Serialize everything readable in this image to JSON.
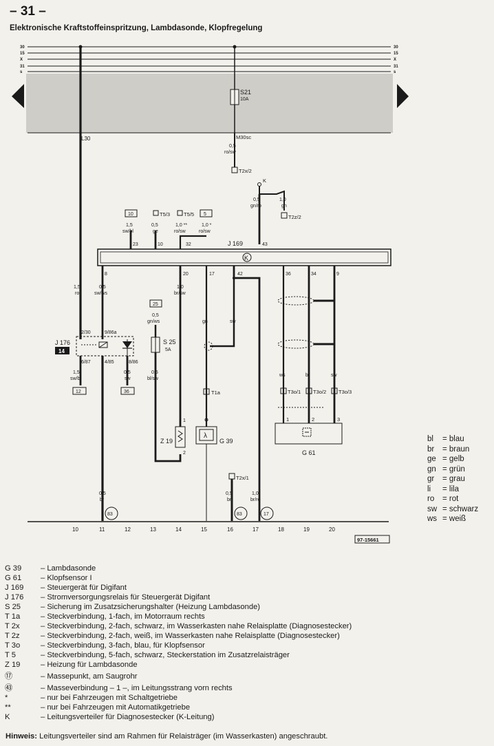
{
  "page_number": "– 31 –",
  "title": "Elektronische Kraftstoffeinspritzung, Lambdasonde, Klopfregelung",
  "rails": [
    "30",
    "15",
    "X",
    "31",
    "s"
  ],
  "components": {
    "s21": {
      "name": "S21",
      "rating": "10A"
    },
    "s25": {
      "name": "S 25",
      "rating": "5A"
    },
    "j169": "J 169",
    "j176": "J 176",
    "j176_box": "14",
    "g39": "G 39",
    "g61": "G 61",
    "z19": "Z 19",
    "k": "K",
    "knock": "K",
    "lambda": "λ"
  },
  "wire_labels": {
    "l30": "L30",
    "m30sc": "M30sc",
    "m30_wire": "0,5",
    "m30_color": "ro/sw",
    "t2x2": "T2x/2",
    "k_wire": "0,5",
    "k_color": "gn/ro",
    "k2_wire": "1,0",
    "k2_color": "gn",
    "t2z2": "T2z/2",
    "box10": "10",
    "box5": "5",
    "w23": "1,5",
    "w23c": "sw/bl",
    "t53": "T5/3",
    "w10": "0,5",
    "w10c": "ge",
    "t55": "T5/5",
    "w32": "1,0 **",
    "w32c": "ro/sw",
    "w32b": "1,0 *",
    "w32bc": "ro/sw",
    "pin23": "23",
    "pin10": "10",
    "pin32": "32",
    "pin43": "43",
    "pin8": "8",
    "pin20": "20",
    "pin17": "17",
    "pin42": "42",
    "pin36": "36",
    "pin34": "34",
    "pin9": "9",
    "w_l": "1,5",
    "w_lc": "ro",
    "w8": "0,5",
    "w8c": "sw/ws",
    "w20": "1,0",
    "w20c": "br/sw",
    "box25": "25",
    "w25": "0,5",
    "w25c": "gn/ws",
    "gn": "gn",
    "sw": "sw",
    "j230": "2/30",
    "j986": "9/86a",
    "j687": "6/87",
    "j485": "4/85",
    "j886": "8/86",
    "w12": "1,5",
    "w12c": "sw/bl",
    "w36": "0,5",
    "w36c": "sw",
    "box12": "12",
    "box36": "36",
    "ws25": "0,5",
    "ws25c": "bl/sw",
    "t1a": "T1a",
    "ws": "ws",
    "br": "br",
    "sw2": "sw",
    "t301": "T3o/1",
    "t302": "T3o/2",
    "t303": "T3o/3",
    "p1": "1",
    "p2": "2",
    "p3": "3",
    "z1": "1",
    "z2": "2",
    "t2x1": "T2x/1",
    "g11": "0,5",
    "g11c": "br",
    "g16": "0,5",
    "g16c": "br",
    "g17": "1,0",
    "g17c": "br/ro",
    "m83a": "83",
    "m83b": "83",
    "m17": "17",
    "ref": "97-15661"
  },
  "columns": [
    "10",
    "11",
    "12",
    "13",
    "14",
    "15",
    "16",
    "17",
    "18",
    "19",
    "20"
  ],
  "colors": [
    {
      "code": "bl",
      "name": "= blau"
    },
    {
      "code": "br",
      "name": "= braun"
    },
    {
      "code": "ge",
      "name": "= gelb"
    },
    {
      "code": "gn",
      "name": "= grün"
    },
    {
      "code": "gr",
      "name": "= grau"
    },
    {
      "code": "li",
      "name": "= lila"
    },
    {
      "code": "ro",
      "name": "= rot"
    },
    {
      "code": "sw",
      "name": "= schwarz"
    },
    {
      "code": "ws",
      "name": "= weiß"
    }
  ],
  "legend": [
    {
      "code": "G 39",
      "desc": "– Lambdasonde"
    },
    {
      "code": "G 61",
      "desc": "– Klopfsensor I"
    },
    {
      "code": "J 169",
      "desc": "– Steuergerät für Digifant"
    },
    {
      "code": "J 176",
      "desc": "– Stromversorgungsrelais für Steuergerät Digifant"
    },
    {
      "code": "S 25",
      "desc": "– Sicherung im Zusatzsicherungshalter (Heizung Lambdasonde)"
    },
    {
      "code": "T 1a",
      "desc": "– Steckverbindung, 1-fach, im Motorraum rechts"
    },
    {
      "code": "T 2x",
      "desc": "– Steckverbindung, 2-fach, schwarz, im Wasserkasten nahe Relaisplatte (Diagnosestecker)"
    },
    {
      "code": "T 2z",
      "desc": "– Steckverbindung, 2-fach, weiß, im Wasserkasten nahe Relaisplatte (Diagnosestecker)"
    },
    {
      "code": "T 3o",
      "desc": "– Steckverbindung, 3-fach, blau, für Klopfsensor"
    },
    {
      "code": "T 5",
      "desc": "– Steckverbindung, 5-fach, schwarz, Steckerstation im Zusatzrelaisträger"
    },
    {
      "code": "Z 19",
      "desc": "– Heizung für Lambdasonde"
    },
    {
      "code": "⑰",
      "desc": "– Massepunkt, am Saugrohr"
    },
    {
      "code": "㊸",
      "desc": "– Masseverbindung – 1 –, im Leitungsstrang vorn rechts"
    },
    {
      "code": "*",
      "desc": "– nur bei Fahrzeugen mit Schaltgetriebe"
    },
    {
      "code": "**",
      "desc": "– nur bei Fahrzeugen mit Automatikgetriebe"
    },
    {
      "code": "K",
      "desc": "– Leitungsverteiler für Diagnosestecker (K-Leitung)"
    }
  ],
  "hint": {
    "label": "Hinweis:",
    "text": " Leitungsverteiler sind am Rahmen für Relaisträger (im Wasserkasten) angeschraubt."
  }
}
